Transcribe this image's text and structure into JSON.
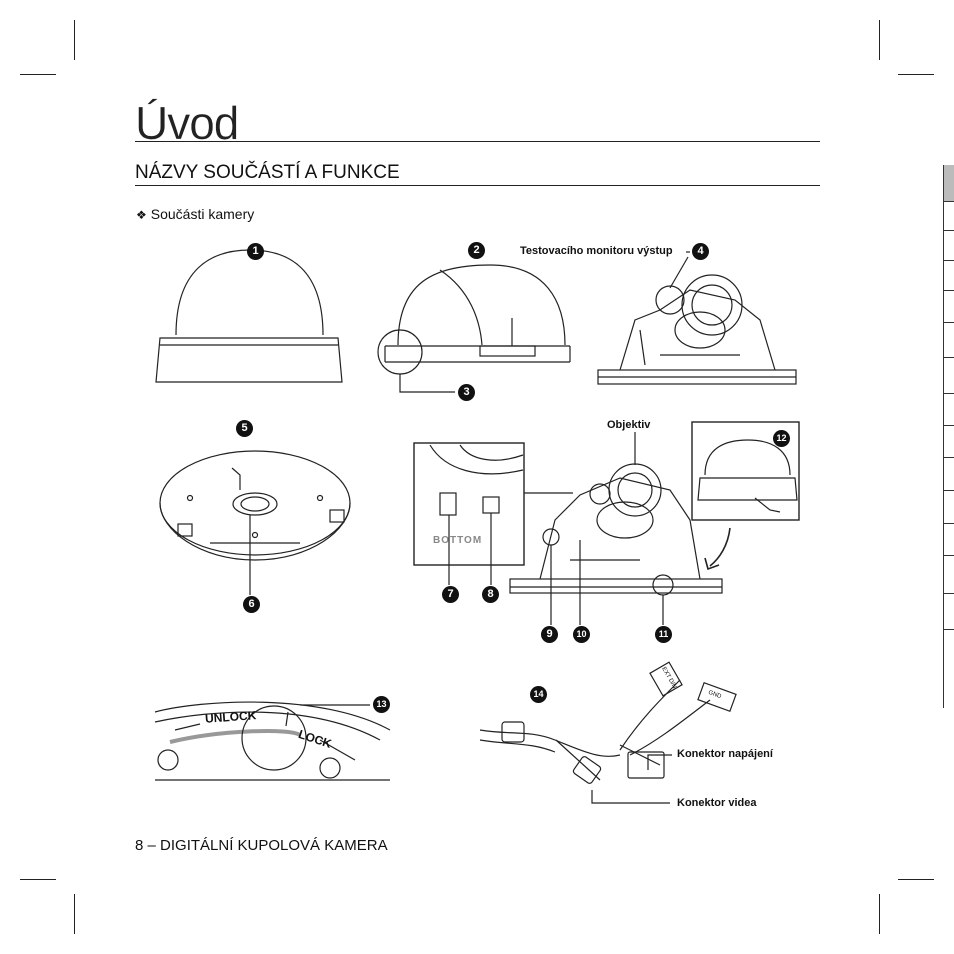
{
  "chapter_title": "Úvod",
  "section_heading": "NÁZVY SOUČÁSTÍ A FUNKCE",
  "sub_heading": {
    "bullet": "❖",
    "text": "Součásti kamery"
  },
  "callouts": {
    "c1": "1",
    "c2": "2",
    "c3": "3",
    "c4": "4",
    "c5": "5",
    "c6": "6",
    "c7": "7",
    "c8": "8",
    "c9": "9",
    "c10": "10",
    "c11": "11",
    "c12": "12",
    "c13": "13",
    "c14": "14"
  },
  "labels": {
    "monitor_output": "Testovacího monitoru výstup",
    "lens": "Objektiv",
    "power_connector": "Konektor napájení",
    "video_connector": "Konektor videa",
    "unlock": "UNLOCK",
    "lock": "LOCK",
    "bottom": "BOTTOM",
    "ext_dn": "EXT D/N",
    "gnd": "GND"
  },
  "footer": {
    "page_number": "8",
    "text": " – DIGITÁLNÍ KUPOLOVÁ KAMERA"
  }
}
